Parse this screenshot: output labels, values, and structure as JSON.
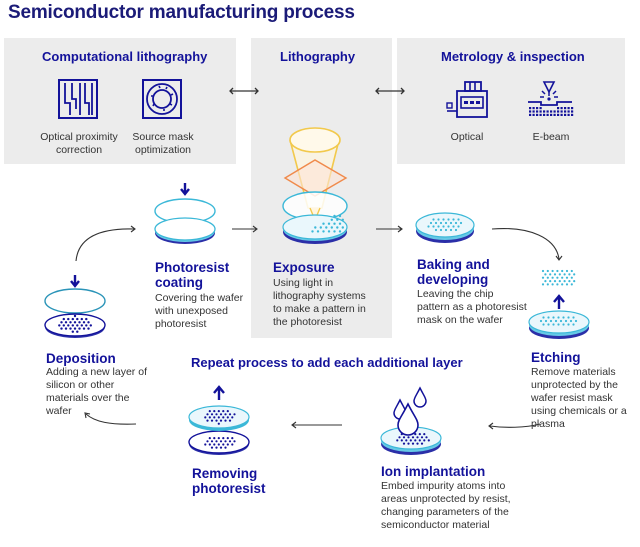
{
  "title": "Semiconductor manufacturing process",
  "colors": {
    "navy": "#13129a",
    "cyan": "#3bb8d8",
    "yellow": "#f2c94c",
    "orange": "#f08a4b",
    "panel": "#ececec"
  },
  "panels": {
    "computational": {
      "title": "Computational lithography",
      "items": [
        {
          "label": "Optical proximity correction",
          "icon": "optical-proximity-icon"
        },
        {
          "label": "Source mask optimization",
          "icon": "source-mask-icon"
        }
      ]
    },
    "lithography": {
      "title": "Lithography"
    },
    "metrology": {
      "title": "Metrology & inspection",
      "items": [
        {
          "label": "Optical",
          "icon": "optical-inspection-icon"
        },
        {
          "label": "E-beam",
          "icon": "ebeam-icon"
        }
      ]
    }
  },
  "steps": [
    {
      "id": "photoresist-coating",
      "title": "Photoresist coating",
      "desc": "Covering the wafer with unexposed photoresist"
    },
    {
      "id": "exposure",
      "title": "Exposure",
      "desc": "Using light in lithography systems to make a pattern in the photoresist"
    },
    {
      "id": "baking-developing",
      "title": "Baking and developing",
      "desc": "Leaving the chip pattern as a photoresist mask on the wafer"
    },
    {
      "id": "etching",
      "title": "Etching",
      "desc": "Remove materials unprotected by the wafer resist mask using chemicals or a plasma"
    },
    {
      "id": "ion-implantation",
      "title": "Ion implantation",
      "desc": "Embed impurity atoms into areas unprotected by resist, changing parameters of the semiconductor material"
    },
    {
      "id": "removing-photoresist",
      "title": "Removing photoresist",
      "desc": ""
    },
    {
      "id": "deposition",
      "title": "Deposition",
      "desc": "Adding a new layer of silicon or other materials over the wafer"
    }
  ],
  "repeat_label": "Repeat process to add each additional layer"
}
